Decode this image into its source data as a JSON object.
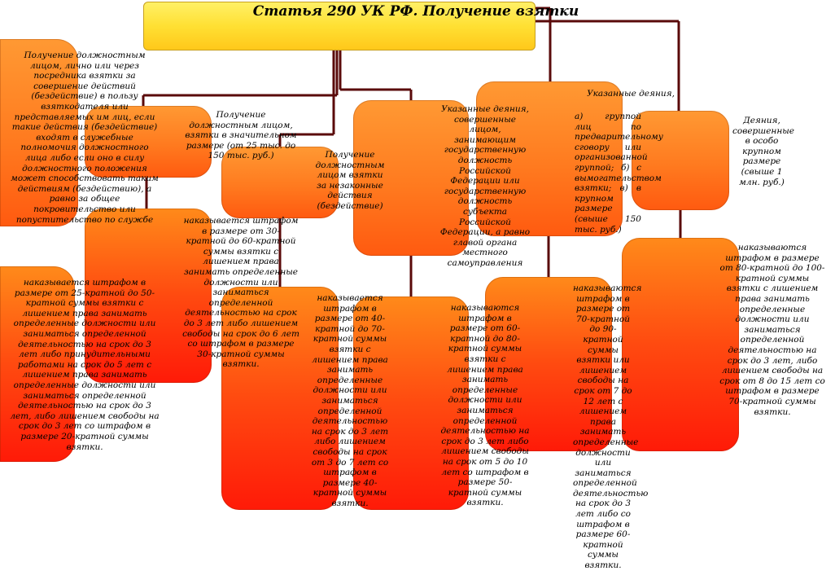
{
  "title": "Статья 290 УК РФ. Получение взятки",
  "blocks": {
    "def_top": "Получение должностным лицом, лично или через посредника взятки за совершение действий (бездействие) в пользу взяткодателя или представляемых им лиц, если такие действия (бездействие) входят в служебные полномочия должностного лица либо если оно в силу должностного положения может способствовать таким действиям (бездействию), а равно за общее покровительство или попустительство по службе",
    "def_pen": "наказывается штрафом в размере от 25-кратной до 50-кратной суммы взятки с лишением права занимать определенные должности или заниматься определенной деятельностью на срок до 3 лет либо принудительными работами на срок до 5 лет с лишением права занимать определенные должности или заниматься определенной деятельностью на срок до 3 лет, либо лишением свободы на срок до 3 лет со штрафом в размере 20-кратной суммы взятки.",
    "sig_top": "Получение должностным лицом, взятки в значительном размере (от 25 тыс. до 150 тыс. руб.)",
    "sig_pen": "наказывается штрафом в размере от 30-кратной до 60-кратной суммы взятки с лишением права занимать определенные должности или заниматься определенной деятельностью на срок до 3 лет либо лишением свободы на срок до 6 лет со штрафом в размере 30-кратной суммы взятки.",
    "ill_top": "Получение должностным лицом взятки за незаконные действия (бездействие)",
    "ill_pen": "наказывается штрафом в размере от 40-кратной до 70-кратной суммы взятки с лишением права занимать определенные должности или заниматься определенной деятельностью на срок до 3 лет либо лишением свободы на срок от 3 до 7 лет со штрафом в размере 40-кратной суммы взятки.",
    "gov_top": "Указанные деяния, совершенные лицом, занимающим государственную должность Российской Федерации или государственную должность субъекта Российской Федерации, а равно главой органа местного самоуправления",
    "gov_pen": "наказываются штрафом в размере от 60-кратной до 80-кратной суммы взятки с лишением права занимать определенные должности или заниматься определенной деятельностью на срок до 3 лет либо лишением свободы на срок от 5 до 10 лет со штрафом в размере 50-кратной суммы взятки.",
    "grp_top_head": "Указанные деяния,",
    "grp_top": "а) группой лиц по предварительному сговору или организованной группой; б) с вымогательством взятки; в) в крупном размере (свыше 150 тыс. руб.)",
    "grp_pen": "наказываются штрафом в размере от 70-кратной до 90-кратной суммы взятки или лишением свободы на срок от 7 до 12 лет с лишением права занимать определенные должности или заниматься определенной деятельностью на срок до 3 лет либо со штрафом в размере 60-кратной суммы взятки.",
    "big_top": "Деяния, совершенные в особо крупном размере (свыше 1 млн. руб.)",
    "big_pen": "наказываются штрафом в размере от 80-кратной до 100-кратной суммы взятки с лишением права занимать определенные должности или заниматься определенной деятельностью на срок до 3 лет, либо лишением свободы на срок от 8 до 15 лет со штрафом в размере 70-кратной суммы взятки."
  },
  "colors": {
    "connector": "#5a0a0a",
    "title_fill": "#ffe033",
    "box_orange": "#ff8a2a",
    "box_red": "#ff2a0a"
  }
}
